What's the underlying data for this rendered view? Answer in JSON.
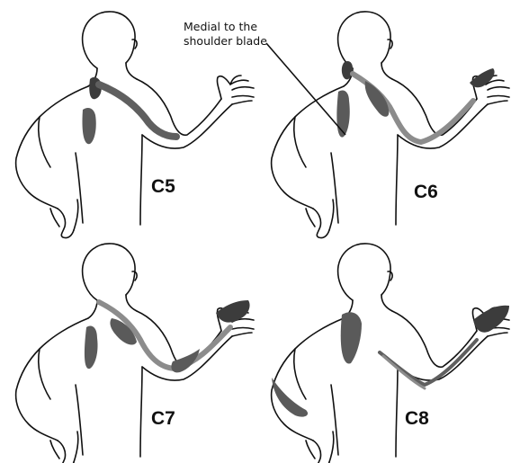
{
  "panels": [
    {
      "label": "C5"
    },
    {
      "label": "C6",
      "annotation": [
        "Medial to the",
        "shoulder blade"
      ]
    },
    {
      "label": "C7"
    },
    {
      "label": "C8"
    }
  ],
  "colors": {
    "outline": "#111111",
    "dermatome_dark": "#5a5a5a",
    "dermatome_light": "#8c8c8c"
  }
}
